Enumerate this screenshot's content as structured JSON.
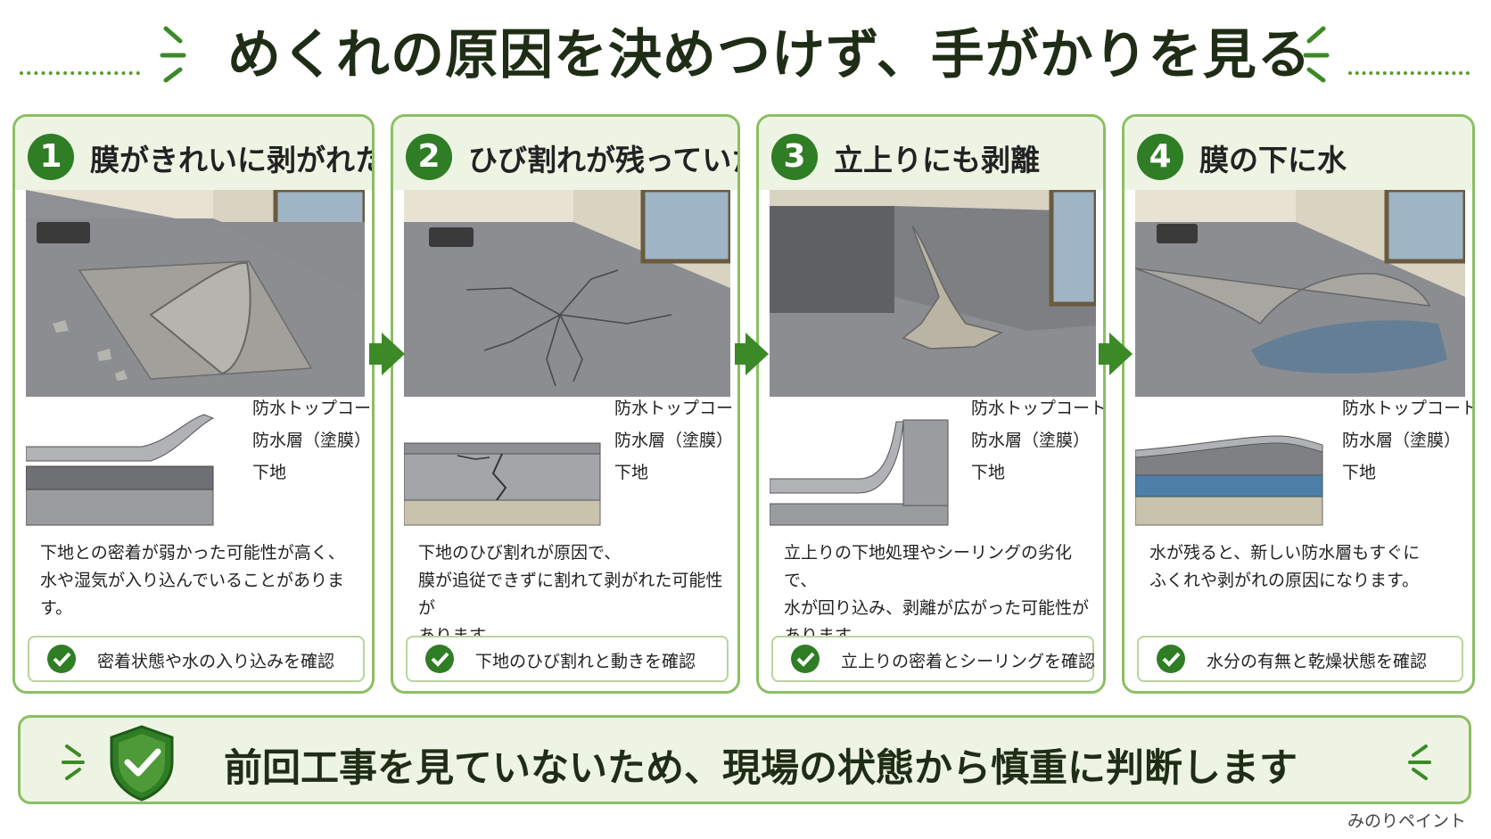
{
  "title": "めくれの原因を決めつけず、手がかりを見る",
  "layer_labels": {
    "topcoat": "防水トップコート",
    "membrane": "防水層（塗膜）",
    "base": "下地"
  },
  "cards": [
    {
      "number": "1",
      "title": "膜がきれいに剥がれた",
      "desc_lines": [
        "下地との密着が弱かった可能性が高く、",
        "水や湿気が入り込んでいることがあります。"
      ],
      "check": "密着状態や水の入り込みを確認"
    },
    {
      "number": "2",
      "title": "ひび割れが残っていた",
      "desc_lines": [
        "下地のひび割れが原因で、",
        "膜が追従できずに割れて剥がれた可能性が",
        "あります。"
      ],
      "check": "下地のひび割れと動きを確認"
    },
    {
      "number": "3",
      "title": "立上りにも剥離",
      "desc_lines": [
        "立上りの下地処理やシーリングの劣化で、",
        "水が回り込み、剥離が広がった可能性が",
        "あります。"
      ],
      "check": "立上りの密着とシーリングを確認"
    },
    {
      "number": "4",
      "title": "膜の下に水",
      "desc_lines": [
        "水が残ると、新しい防水層もすぐに",
        "ふくれや剥がれの原因になります。"
      ],
      "check": "水分の有無と乾燥状態を確認"
    }
  ],
  "banner": {
    "text": "前回工事を見ていないため、現場の状態から慎重に判断します"
  },
  "brand": "みのりペイント",
  "colors": {
    "accent": "#2f7d24",
    "border": "#8bbf63",
    "panel": "#eef4e4"
  },
  "icons": [
    "check-icon",
    "shield-check-icon",
    "arrow-right-icon",
    "sparkle-icon"
  ]
}
